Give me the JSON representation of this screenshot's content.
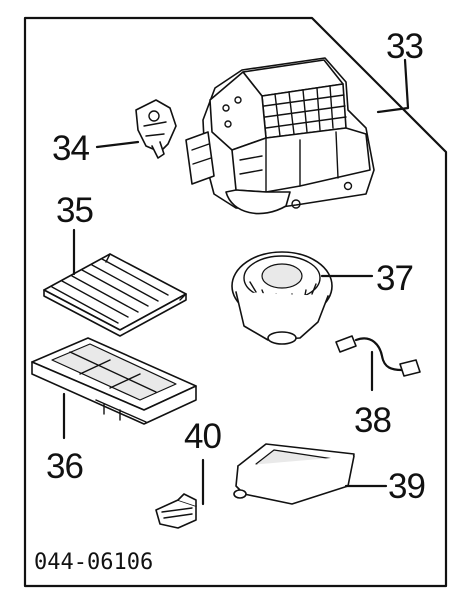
{
  "callouts": {
    "p33": "33",
    "p34": "34",
    "p35": "35",
    "p36": "36",
    "p37": "37",
    "p38": "38",
    "p39": "39",
    "p40": "40"
  },
  "catalog_number": "044-06106"
}
